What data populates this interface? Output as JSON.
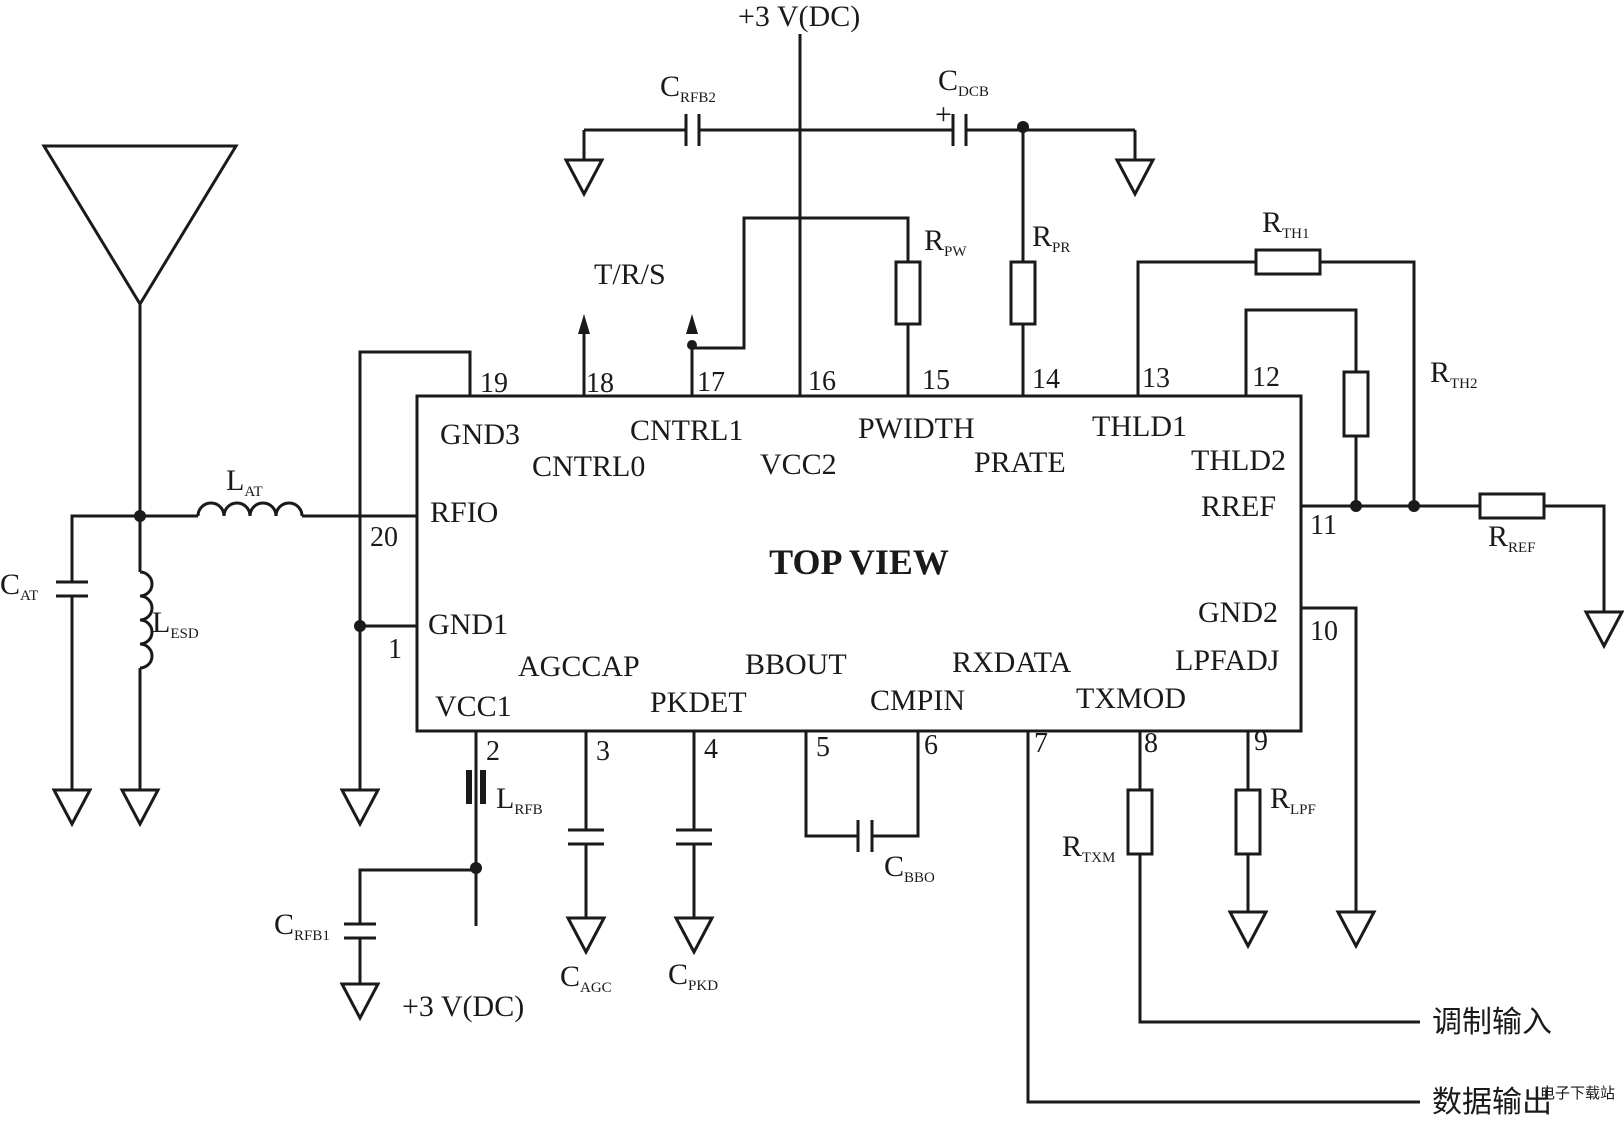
{
  "chip": {
    "title": "TOP VIEW",
    "pins": [
      {
        "num": "1",
        "name": "GND1"
      },
      {
        "num": "2",
        "name": "VCC1"
      },
      {
        "num": "3",
        "name": "AGCCAP"
      },
      {
        "num": "4",
        "name": "PKDET"
      },
      {
        "num": "5",
        "name": "BBOUT"
      },
      {
        "num": "6",
        "name": "CMPIN"
      },
      {
        "num": "7",
        "name": "RXDATA"
      },
      {
        "num": "8",
        "name": "TXMOD"
      },
      {
        "num": "9",
        "name": "LPFADJ"
      },
      {
        "num": "10",
        "name": "GND2"
      },
      {
        "num": "11",
        "name": "RREF"
      },
      {
        "num": "12",
        "name": "THLD2"
      },
      {
        "num": "13",
        "name": "THLD1"
      },
      {
        "num": "14",
        "name": "PRATE"
      },
      {
        "num": "15",
        "name": "PWIDTH"
      },
      {
        "num": "16",
        "name": "VCC2"
      },
      {
        "num": "17",
        "name": "CNTRL1"
      },
      {
        "num": "18",
        "name": "CNTRL0"
      },
      {
        "num": "19",
        "name": "GND3"
      },
      {
        "num": "20",
        "name": "RFIO"
      }
    ]
  },
  "components": {
    "L_AT": {
      "main": "L",
      "sub": "AT"
    },
    "C_AT": {
      "main": "C",
      "sub": "AT"
    },
    "L_ESD": {
      "main": "L",
      "sub": "ESD"
    },
    "L_RFB": {
      "main": "L",
      "sub": "RFB"
    },
    "C_RFB1": {
      "main": "C",
      "sub": "RFB1"
    },
    "C_RFB2": {
      "main": "C",
      "sub": "RFB2"
    },
    "C_DCB": {
      "main": "C",
      "sub": "DCB"
    },
    "R_PW": {
      "main": "R",
      "sub": "PW"
    },
    "R_PR": {
      "main": "R",
      "sub": "PR"
    },
    "R_TH1": {
      "main": "R",
      "sub": "TH1"
    },
    "R_TH2": {
      "main": "R",
      "sub": "TH2"
    },
    "R_REF": {
      "main": "R",
      "sub": "REF"
    },
    "C_AGC": {
      "main": "C",
      "sub": "AGC"
    },
    "C_PKD": {
      "main": "C",
      "sub": "PKD"
    },
    "C_BBO": {
      "main": "C",
      "sub": "BBO"
    },
    "R_TXM": {
      "main": "R",
      "sub": "TXM"
    },
    "R_LPF": {
      "main": "R",
      "sub": "LPF"
    }
  },
  "labels": {
    "supply_top": "+3 V(DC)",
    "supply_bottom": "+3 V(DC)",
    "trs": "T/R/S",
    "plus_sign": "+",
    "mod_input": "调制输入",
    "data_output": "数据输出"
  },
  "watermark": {
    "text": "电子下载站"
  }
}
